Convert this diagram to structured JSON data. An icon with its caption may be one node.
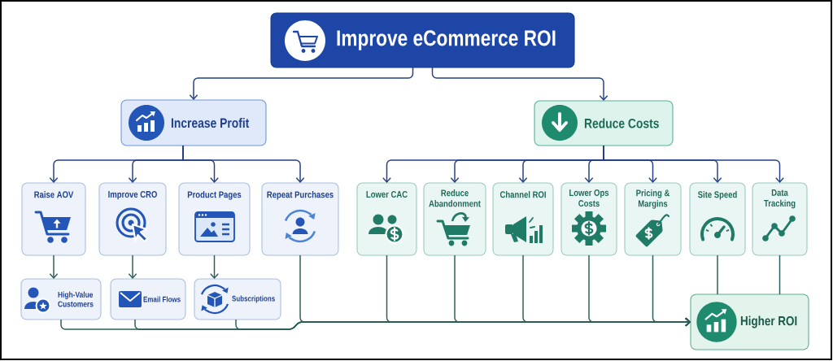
{
  "diagram": {
    "nodes": [
      {
        "text": [
          "Improve eCommerce ROI"
        ]
      },
      {
        "text": [
          "Increase Profit"
        ]
      },
      {
        "text": [
          "Reduce Costs"
        ]
      },
      {
        "text": [
          "Raise AOV"
        ]
      },
      {
        "text": [
          "Improve CRO"
        ]
      },
      {
        "text": [
          "Product Pages"
        ]
      },
      {
        "text": [
          "Repeat Purchases"
        ]
      },
      {
        "text": [
          "Lower CAC"
        ]
      },
      {
        "text": [
          "Reduce Abandonment"
        ]
      },
      {
        "text": [
          "Channel ROI"
        ]
      },
      {
        "text": [
          "Lower Ops Costs"
        ]
      },
      {
        "text": [
          "Pricing & Margins"
        ]
      },
      {
        "text": [
          "Site Speed"
        ]
      },
      {
        "text": [
          "Data Tracking"
        ]
      },
      {
        "text": [
          "High-Value Customers"
        ]
      },
      {
        "text": [
          "Email Flows"
        ]
      },
      {
        "text": [
          "Subscriptions"
        ]
      },
      {
        "text": [
          "Higher ROI"
        ]
      }
    ],
    "edges": [
      {
        "from": 0,
        "to": 1,
        "arrow": "to",
        "color": "#243f84"
      },
      {
        "from": 0,
        "to": 2,
        "arrow": "to",
        "color": "#243f84"
      },
      {
        "from": 1,
        "to": 3,
        "arrow": "to",
        "color": "#243f84"
      },
      {
        "from": 1,
        "to": 4,
        "arrow": "to",
        "color": "#243f84"
      },
      {
        "from": 1,
        "to": 5,
        "arrow": "to",
        "color": "#243f84"
      },
      {
        "from": 1,
        "to": 6,
        "arrow": "to",
        "color": "#243f84"
      },
      {
        "from": 2,
        "to": 7,
        "arrow": "to",
        "color": "#243f84"
      },
      {
        "from": 2,
        "to": 8,
        "arrow": "to",
        "color": "#243f84"
      },
      {
        "from": 2,
        "to": 9,
        "arrow": "to",
        "color": "#243f84"
      },
      {
        "from": 2,
        "to": 10,
        "arrow": "to",
        "color": "#243f84"
      },
      {
        "from": 2,
        "to": 11,
        "arrow": "to",
        "color": "#243f84"
      },
      {
        "from": 2,
        "to": 12,
        "arrow": "to",
        "color": "#243f84"
      },
      {
        "from": 2,
        "to": 13,
        "arrow": "to",
        "color": "#243f84"
      },
      {
        "from": 3,
        "to": 14,
        "arrow": "to"
      },
      {
        "from": 4,
        "to": 15,
        "arrow": "to"
      },
      {
        "from": 5,
        "to": 16,
        "arrow": "to"
      },
      {
        "from": 14,
        "to": 17,
        "arrow": "to"
      },
      {
        "from": 15,
        "to": 17,
        "arrow": "to"
      },
      {
        "from": 16,
        "to": 17,
        "arrow": "to"
      },
      {
        "from": 6,
        "to": 17,
        "arrow": "to"
      },
      {
        "from": 7,
        "to": 17,
        "arrow": "to"
      },
      {
        "from": 8,
        "to": 17,
        "arrow": "to"
      },
      {
        "from": 9,
        "to": 17,
        "arrow": "to"
      },
      {
        "from": 10,
        "to": 17,
        "arrow": "to"
      },
      {
        "from": 11,
        "to": 17,
        "arrow": "to"
      },
      {
        "from": 12,
        "to": 17,
        "arrow": "none"
      },
      {
        "from": 13,
        "to": 17,
        "arrow": "none"
      }
    ]
  }
}
